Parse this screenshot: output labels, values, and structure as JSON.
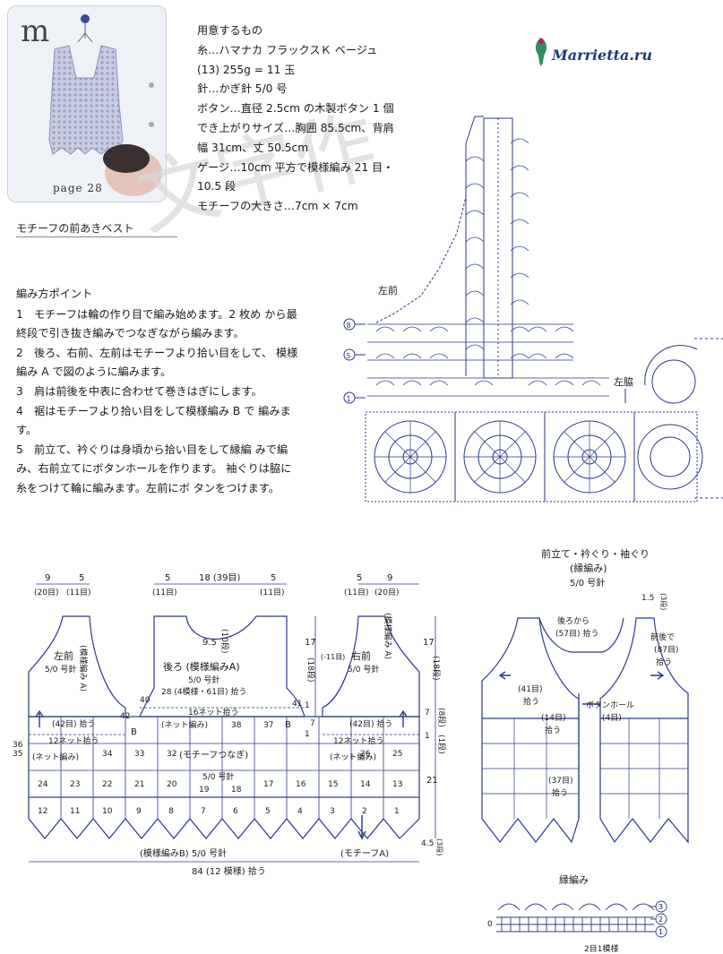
{
  "header": {
    "letter": "m",
    "page_label": "page 28",
    "caption": "モチーフの前あきベスト",
    "watermark": "文字作",
    "logo": "Marrietta.ru"
  },
  "materials": {
    "lines": [
      "用意するもの",
      "糸…ハマナカ フラックスＫ ベージュ",
      "(13) 255g = 11 玉",
      "針…かぎ針 5/0 号",
      "ボタン…直径 2.5cm の木製ボタン 1 個",
      "でき上がりサイズ…胸囲 85.5cm、背肩",
      "幅 31cm、丈 50.5cm",
      "ゲージ…10cm 平方で模様編み 21 目・",
      "10.5 段",
      "モチーフの大きさ…7cm × 7cm"
    ]
  },
  "points": {
    "title": "編み方ポイント",
    "items": [
      "1　モチーフは輪の作り目で編み始めます。2 枚め から最終段で引き抜き編みでつなぎながら編みます。",
      "2　後ろ、右前、左前はモチーフより拾い目をして、 模様編み A で図のように編みます。",
      "3　肩は前後を中表に合わせて巻きはぎにします。",
      "4　裾はモチーフより拾い目をして模様編み B で 編みます。",
      "5　前立て、衿ぐりは身頃から拾い目をして縁編 みで編み、右前立てにボタンホールを作ります。 袖ぐりは脇に糸をつけて輪に編みます。左前にボ タンをつけます。"
    ]
  },
  "chart_top": {
    "label_left_front": "左前",
    "label_side": "左脇",
    "row_markers": [
      "8",
      "5",
      "1"
    ]
  },
  "schematic": {
    "top_dims": [
      "9",
      "(20目)",
      "5",
      "(11目)",
      "5",
      "(11目)",
      "18 (39目)",
      "5",
      "(11目)",
      "5",
      "(11目)",
      "9",
      "(20目)"
    ],
    "left_front": {
      "title": "左前",
      "needle": "5/0 号針",
      "pattern": "(模様編み A)",
      "pick": "(42目) 拾う",
      "net": "12ネット拾う",
      "netlabel": "(ネット編み)"
    },
    "back": {
      "title": "後ろ (模様編みA)",
      "needle": "5/0 号針",
      "pick": "28 (4模様・61目) 拾う",
      "net": "16ネット拾う",
      "netlabel": "(ネット編み)",
      "motif": "(モチーフつなぎ)",
      "motif_needle": "5/0 号針",
      "neck": "9.5",
      "neck_rows": "(10段)"
    },
    "right_front": {
      "title": "右前",
      "needle": "5/0 号針",
      "pattern": "(模様編み A)",
      "pick": "(42目) 拾う",
      "net": "12ネット拾う",
      "netlabel": "(ネット編み)"
    },
    "left_dims": [
      "17",
      "(18段)",
      "(-11目)",
      "1",
      "7",
      "1"
    ],
    "right_dims": [
      "17",
      "(18段)",
      "7",
      "(8段)",
      "1",
      "(1段)",
      "21",
      "4.5",
      "(3段)"
    ],
    "hem": "(模様編みB) 5/0 号針",
    "motif_a": "(モチーフA)",
    "bottom": "84 (12 模様) 拾う",
    "b_labels": [
      "B",
      "B"
    ],
    "motif_numbers_row1": [
      "35",
      "34",
      "33",
      "32",
      "38",
      "37",
      "26",
      "25"
    ],
    "motif_numbers_row2": [
      "24",
      "23",
      "22",
      "21",
      "20",
      "19",
      "18",
      "17",
      "16",
      "15",
      "14",
      "13"
    ],
    "motif_numbers_row3": [
      "12",
      "11",
      "10",
      "9",
      "8",
      "7",
      "6",
      "5",
      "4",
      "3",
      "2",
      "1"
    ],
    "top_side_numbers": [
      "42",
      "40",
      "41",
      "36"
    ]
  },
  "edging": {
    "title": "前立て・衿ぐり・袖ぐり",
    "subtitle": "(縁編み)",
    "needle": "5/0 号針",
    "labels": [
      "1.5",
      "(3段)",
      "後ろから",
      "(57目) 拾う",
      "前後で",
      "(87目)",
      "拾う",
      "(41目)",
      "拾う",
      "ボタンホール",
      "(4目)",
      "(14目)",
      "拾う",
      "(37目)",
      "拾う"
    ]
  },
  "edging_chart": {
    "title": "縁編み",
    "rows": [
      "3",
      "2",
      "1",
      "0"
    ],
    "footer": "2目1模様"
  },
  "colors": {
    "ink": "#1e2a78",
    "text": "#1a1a1a",
    "line": "#2a3a8a"
  }
}
